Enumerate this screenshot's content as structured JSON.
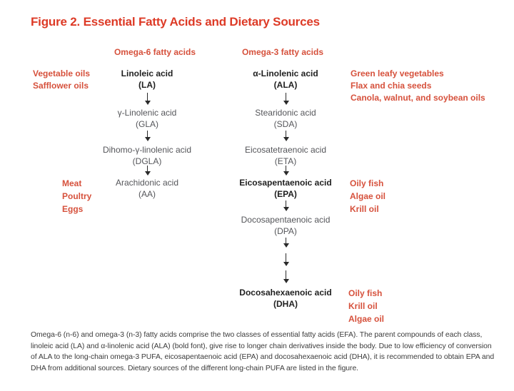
{
  "title": "Figure 2. Essential Fatty Acids and Dietary Sources",
  "colors": {
    "title_red": "#dd3a26",
    "accent_red": "#d6513c",
    "node_black": "#1f1f1f",
    "node_gray": "#55565a",
    "arrow_color": "#2a2a2a"
  },
  "columns": [
    {
      "header": "Omega-6 fatty acids",
      "nodes": [
        {
          "name": "Linoleic acid",
          "abbr": "(LA)",
          "bold": true
        },
        {
          "name": "γ-Linolenic acid",
          "abbr": "(GLA)",
          "bold": false
        },
        {
          "name": "Dihomo-γ-linolenic acid",
          "abbr": "(DGLA)",
          "bold": false
        },
        {
          "name": "Arachidonic acid",
          "abbr": "(AA)",
          "bold": false
        }
      ]
    },
    {
      "header": "Omega-3 fatty acids",
      "nodes": [
        {
          "name": "α-Linolenic acid",
          "abbr": "(ALA)",
          "bold": true
        },
        {
          "name": "Stearidonic acid",
          "abbr": "(SDA)",
          "bold": false
        },
        {
          "name": "Eicosatetraenoic acid",
          "abbr": "(ETA)",
          "bold": false
        },
        {
          "name": "Eicosapentaenoic acid",
          "abbr": "(EPA)",
          "bold": true
        },
        {
          "name": "Docosapentaenoic acid",
          "abbr": "(DPA)",
          "bold": false
        },
        {
          "name": "Docosahexaenoic acid",
          "abbr": "(DHA)",
          "bold": true
        }
      ]
    }
  ],
  "sources": [
    {
      "for": "Linoleic acid (LA)",
      "lines": [
        "Vegetable oils",
        "Safflower oils"
      ]
    },
    {
      "for": "α-Linolenic acid (ALA)",
      "lines": [
        "Green leafy vegetables",
        "Flax and chia seeds",
        "Canola, walnut, and soybean oils"
      ]
    },
    {
      "for": "Arachidonic acid (AA)",
      "lines": [
        "Meat",
        "Poultry",
        "Eggs"
      ]
    },
    {
      "for": "Eicosapentaenoic acid (EPA)",
      "lines": [
        "Oily fish",
        "Algae oil",
        "Krill oil"
      ]
    },
    {
      "for": "Docosahexaenoic acid (DHA)",
      "lines": [
        "Oily fish",
        "Krill oil",
        "Algae oil"
      ]
    }
  ],
  "caption": "Omega-6 (n-6) and omega-3 (n-3) fatty acids comprise the two classes of essential fatty acids (EFA). The parent compounds of each class, linoleic acid (LA) and α-linolenic acid (ALA) (bold font), give rise to longer chain derivatives inside the body. Due to low efficiency of conversion of ALA to the long-chain omega-3 PUFA, eicosapentaenoic acid (EPA) and docosahexaenoic acid (DHA), it is recommended to obtain EPA and DHA from additional sources. Dietary sources of the different long-chain PUFA are listed in the figure."
}
